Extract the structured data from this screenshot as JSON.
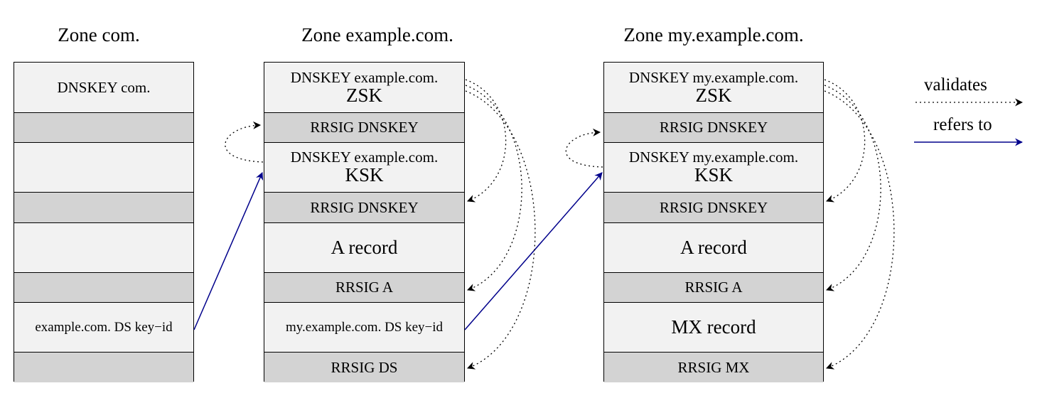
{
  "zones": [
    {
      "title": "Zone com.",
      "rows": [
        {
          "text": "DNSKEY com.",
          "sub": ""
        },
        {
          "text": "",
          "sub": ""
        },
        {
          "text": "",
          "sub": ""
        },
        {
          "text": "",
          "sub": ""
        },
        {
          "text": "",
          "sub": ""
        },
        {
          "text": "",
          "sub": ""
        },
        {
          "text": "example.com. DS key−id",
          "sub": ""
        },
        {
          "text": "",
          "sub": ""
        }
      ]
    },
    {
      "title": "Zone example.com.",
      "rows": [
        {
          "text": "DNSKEY example.com.",
          "sub": "ZSK"
        },
        {
          "text": "RRSIG DNSKEY",
          "sub": ""
        },
        {
          "text": "DNSKEY example.com.",
          "sub": "KSK"
        },
        {
          "text": "RRSIG DNSKEY",
          "sub": ""
        },
        {
          "text": "A record",
          "sub": ""
        },
        {
          "text": "RRSIG A",
          "sub": ""
        },
        {
          "text": "my.example.com. DS key−id",
          "sub": ""
        },
        {
          "text": "RRSIG DS",
          "sub": ""
        }
      ]
    },
    {
      "title": "Zone my.example.com.",
      "rows": [
        {
          "text": "DNSKEY my.example.com.",
          "sub": "ZSK"
        },
        {
          "text": "RRSIG DNSKEY",
          "sub": ""
        },
        {
          "text": "DNSKEY my.example.com.",
          "sub": "KSK"
        },
        {
          "text": "RRSIG DNSKEY",
          "sub": ""
        },
        {
          "text": "A record",
          "sub": ""
        },
        {
          "text": "RRSIG A",
          "sub": ""
        },
        {
          "text": "MX record",
          "sub": ""
        },
        {
          "text": "RRSIG MX",
          "sub": ""
        }
      ]
    }
  ],
  "legend": {
    "validates": "validates",
    "refers_to": "refers to"
  },
  "colors": {
    "light_row": "#f2f2f2",
    "dark_row": "#d3d3d3",
    "refers_arrow": "#00008b",
    "validates_arrow": "#000000"
  }
}
